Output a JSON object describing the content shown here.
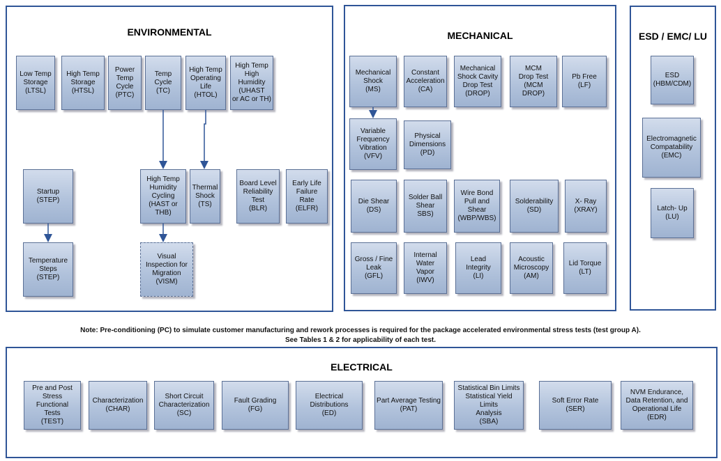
{
  "environmental": {
    "title": "ENVIRONMENTAL",
    "boxes": {
      "ltsl": "Low Temp\nStorage\n(LTSL)",
      "htsl": "High Temp\nStorage\n(HTSL)",
      "ptc": "Power\nTemp\nCycle\n(PTC)",
      "tc": "Temp\nCycle\n(TC)",
      "htol": "High Temp\nOperating\nLife\n(HTOL)",
      "uhast": "High Temp\nHigh\nHumidity\n(UHAST\nor AC or TH)",
      "step1": "Startup\n(STEP)",
      "step2": "Temperature\nSteps\n(STEP)",
      "hast": "High Temp\nHumidity\nCycling\n(HAST or\nTHB)",
      "ts": "Thermal\nShock\n(TS)",
      "blr": "Board Level\nReliability\nTest\n(BLR)",
      "elfr": "Early Life\nFailure\nRate\n(ELFR)",
      "vism": "Visual\nInspection for\nMigration\n(VISM)"
    }
  },
  "mechanical": {
    "title": "MECHANICAL",
    "boxes": {
      "ms": "Mechanical\nShock\n(MS)",
      "ca": "Constant\nAcceleration\n(CA)",
      "drop": "Mechanical\nShock Cavity\nDrop Test\n(DROP)",
      "mcm": "MCM\nDrop Test\n(MCM DROP)",
      "lf": "Pb Free\n(LF)",
      "vfv": "Variable\nFrequency\nVibration\n(VFV)",
      "pd": "Physical\nDimensions\n(PD)",
      "ds": "Die Shear\n(DS)",
      "sbs": "Solder Ball\nShear\nSBS)",
      "wbp": "Wire Bond\nPull and\nShear\n(WBP/WBS)",
      "sd": "Solderability\n(SD)",
      "xray": "X- Ray\n(XRAY)",
      "gfl": "Gross / Fine\nLeak\n(GFL)",
      "iwv": "Internal\nWater\nVapor\n(IWV)",
      "li": "Lead\nIntegrity\n(LI)",
      "am": "Acoustic\nMicroscopy\n(AM)",
      "lt": "Lid Torque\n(LT)"
    }
  },
  "esd": {
    "title": "ESD / EMC/ LU",
    "boxes": {
      "esd": "ESD\n(HBM/CDM)",
      "emc": "Electromagnetic\nCompatability\n(EMC)",
      "lu": "Latch- Up\n(LU)"
    }
  },
  "note": {
    "line1": "Note:  Pre-conditioning (PC) to simulate customer manufacturing and rework processes is required for the package accelerated environmental stress tests (test group A).",
    "line2": "See Tables 1 & 2 for applicability of each test."
  },
  "electrical": {
    "title": "ELECTRICAL",
    "boxes": {
      "test": "Pre and Post\nStress Functional\nTests\n(TEST)",
      "char": "Characterization\n(CHAR)",
      "sc": "Short Circuit\nCharacterization\n(SC)",
      "fg": "Fault Grading\n(FG)",
      "ed": "Electrical\nDistributions\n(ED)",
      "pat": "Part Average Testing\n(PAT)",
      "sba": "Statistical Bin Limits\nStatistical Yield Limits\nAnalysis\n(SBA)",
      "ser": "Soft Error Rate\n(SER)",
      "edr": "NVM Endurance,\nData Retention, and\nOperational Life\n(EDR)"
    }
  }
}
